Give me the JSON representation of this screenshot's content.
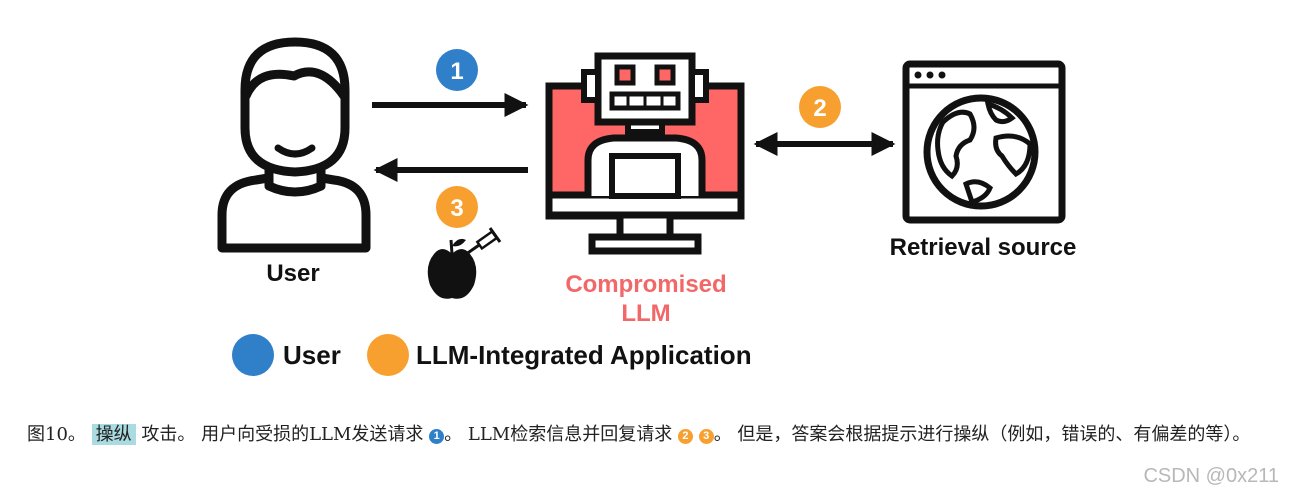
{
  "diagram": {
    "user_label": "User",
    "llm_label_line1": "Compromised",
    "llm_label_line2": "LLM",
    "retrieval_label": "Retrieval source",
    "steps": {
      "s1": "1",
      "s2": "2",
      "s3": "3"
    },
    "legend": {
      "user": "User",
      "app": "LLM-Integrated Application"
    },
    "colors": {
      "blue": "#2f80c9",
      "orange": "#f7a030",
      "red": "#ff6666",
      "llm_text": "#f26767",
      "ink": "#111111"
    },
    "icons": [
      "user-icon",
      "robot-monitor-icon",
      "browser-globe-icon",
      "poisoned-apple-syringe-icon"
    ]
  },
  "caption": {
    "figure": "图10。",
    "highlight": "操纵",
    "p1": "攻击。 用户向受损的LLM发送请求",
    "d1": "1",
    "p2": "。 LLM检索信息并回复请求",
    "d2": "2",
    "d3": "3",
    "p3": "。 但是，答案会根据提示进行操纵（例如，错误的、有偏差的等）。"
  },
  "watermark": "CSDN @0x211"
}
